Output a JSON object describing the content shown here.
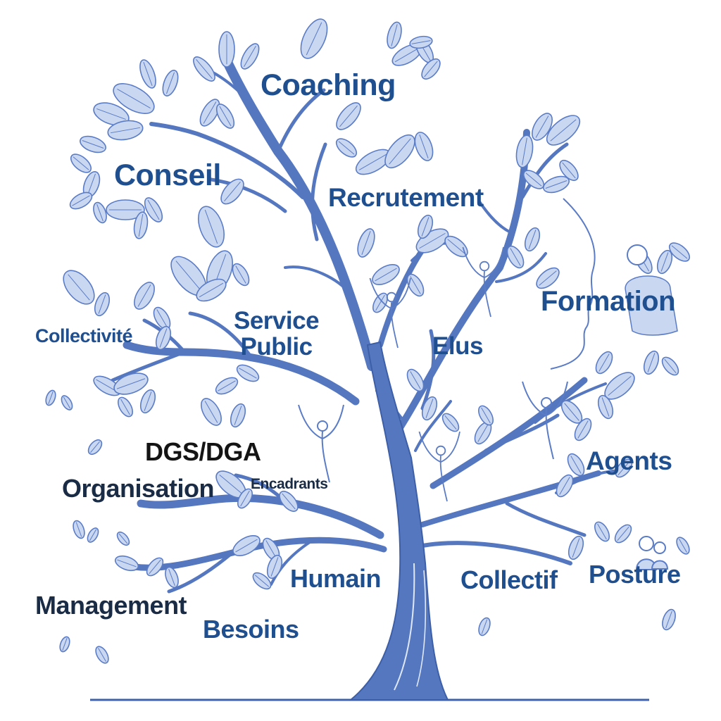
{
  "colors": {
    "trunk": "#5577c0",
    "leaf_fill": "#c9d7f1",
    "leaf_stroke": "#5a7cc6",
    "label_blue": "#1f4f8f",
    "label_dark": "#1a2c45",
    "ground": "#3f62ab"
  },
  "icons": [
    "tree-illustration",
    "leaf-icon",
    "person-figure-icon",
    "face-profile-outline"
  ],
  "labels": {
    "coaching": "Coaching",
    "conseil": "Conseil",
    "recrutement": "Recrutement",
    "formation": "Formation",
    "collectivite": "Collectivité",
    "service": "Service",
    "public": "Public",
    "elus": "Elus",
    "dgs_dga": "DGS/DGA",
    "agents": "Agents",
    "organisation": "Organisation",
    "encadrants": "Encadrants",
    "humain": "Humain",
    "collectif": "Collectif",
    "posture": "Posture",
    "management": "Management",
    "besoins": "Besoins"
  }
}
